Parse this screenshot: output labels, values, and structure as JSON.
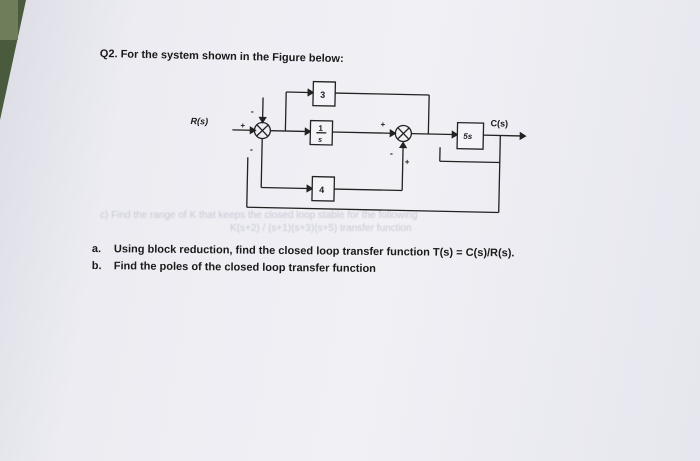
{
  "question": "Q2. For the system shown in the Figure below:",
  "diagram": {
    "input_label": "R(s)",
    "output_label": "C(s)",
    "blocks": {
      "top": "3",
      "middle_num": "1",
      "middle_den": "s",
      "bottom": "4",
      "right": "5s"
    },
    "signs": {
      "s1_left": "+",
      "s1_top": "-",
      "s1_bottom": "-",
      "s2_left": "+",
      "s2_bottom_minus": "-",
      "s2_bottom_plus": "+"
    }
  },
  "parts": [
    {
      "label": "a.",
      "text": "Using block reduction, find the closed loop transfer function T(s) = C(s)/R(s)."
    },
    {
      "label": "b.",
      "text": "Find the poles of the closed loop transfer function"
    }
  ]
}
